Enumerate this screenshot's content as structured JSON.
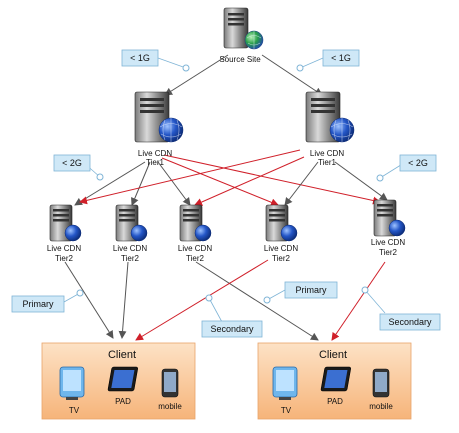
{
  "nodes": {
    "source": {
      "label": "Source Site"
    },
    "tier1_left": {
      "line1": "Live CDN",
      "line2": "Tier1"
    },
    "tier1_right": {
      "line1": "Live CDN",
      "line2": "Tier1"
    },
    "tier2_1": {
      "line1": "Live CDN",
      "line2": "Tier2"
    },
    "tier2_2": {
      "line1": "Live CDN",
      "line2": "Tier2"
    },
    "tier2_3": {
      "line1": "Live CDN",
      "line2": "Tier2"
    },
    "tier2_4": {
      "line1": "Live CDN",
      "line2": "Tier2"
    },
    "tier2_5": {
      "line1": "Live CDN",
      "line2": "Tier2"
    }
  },
  "callouts": {
    "bw_source_left": "< 1G",
    "bw_source_right": "< 1G",
    "bw_tier1_left": "< 2G",
    "bw_tier1_right": "< 2G",
    "primary_left": "Primary",
    "primary_right": "Primary",
    "secondary_left": "Secondary",
    "secondary_right": "Secondary"
  },
  "clients": [
    {
      "title": "Client",
      "devices": [
        "TV",
        "PAD",
        "mobile"
      ]
    },
    {
      "title": "Client",
      "devices": [
        "TV",
        "PAD",
        "mobile"
      ]
    }
  ],
  "colors": {
    "primary_link": "#555555",
    "secondary_link": "#d0202a",
    "callout_fill": "#cfe8f7",
    "callout_border": "#7fb4d6",
    "client_fill": "#f9c89b",
    "server_dark": "#2b2b2b",
    "globe": "#2456c7"
  }
}
